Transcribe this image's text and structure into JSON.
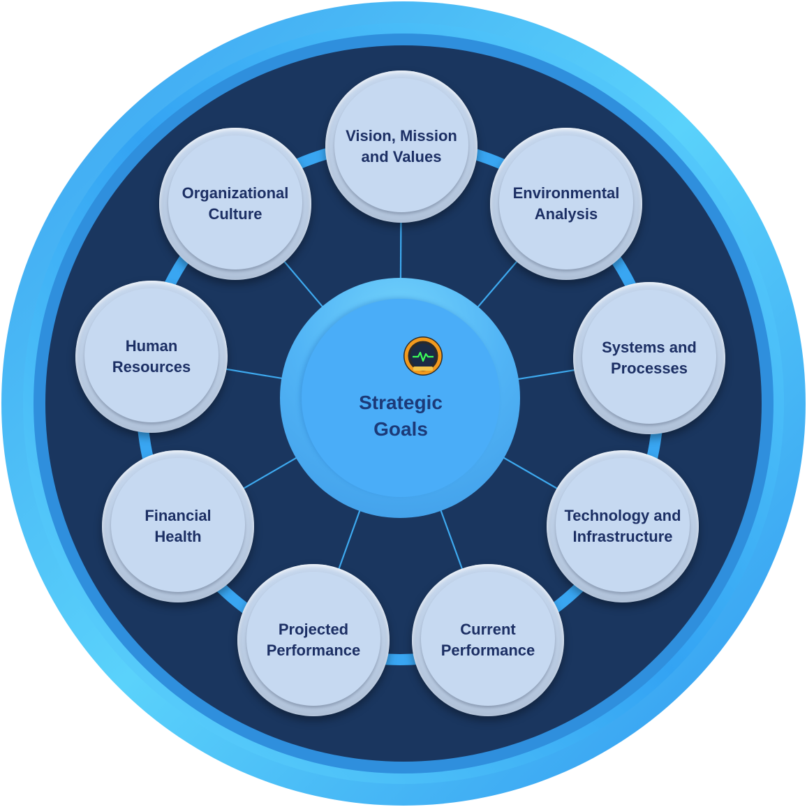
{
  "diagram": {
    "center": {
      "title": "Strategic\nGoals"
    },
    "nodes": [
      {
        "id": "vision",
        "label": "Vision, Mission\nand Values"
      },
      {
        "id": "environmental",
        "label": "Environmental\nAnalysis"
      },
      {
        "id": "systems",
        "label": "Systems and\nProcesses"
      },
      {
        "id": "technology",
        "label": "Technology and\nInfrastructure"
      },
      {
        "id": "current",
        "label": "Current\nPerformance"
      },
      {
        "id": "projected",
        "label": "Projected\nPerformance"
      },
      {
        "id": "financial",
        "label": "Financial\nHealth"
      },
      {
        "id": "human",
        "label": "Human\nResources"
      },
      {
        "id": "culture",
        "label": "Organizational\nCulture"
      }
    ]
  },
  "colors": {
    "outer_ring": "#36a8f5",
    "inner_panel": "#1a365f",
    "connector": "#3eaaf0",
    "node_fill": "#c6d9f1",
    "center_fill": "#4aadf8",
    "label_text": "#1c2f64"
  }
}
